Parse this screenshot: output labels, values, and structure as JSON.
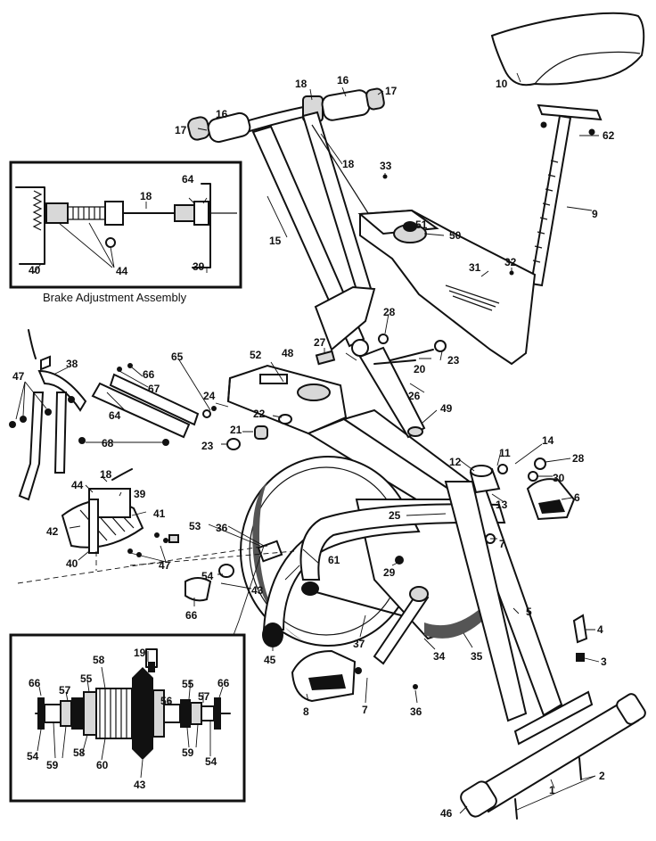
{
  "inset_brake": {
    "caption": "Brake Adjustment Assembly",
    "labels": [
      "18",
      "64",
      "40",
      "44",
      "39"
    ]
  },
  "inset_hub": {
    "labels": [
      "19",
      "58",
      "66",
      "57",
      "55",
      "56",
      "55",
      "57",
      "66",
      "54",
      "59",
      "58",
      "60",
      "43",
      "59",
      "54"
    ]
  },
  "callouts": [
    "10",
    "62",
    "9",
    "18",
    "16",
    "17",
    "16",
    "17",
    "18",
    "33",
    "15",
    "51",
    "50",
    "31",
    "32",
    "28",
    "27",
    "48",
    "20",
    "23",
    "52",
    "26",
    "49",
    "24",
    "22",
    "21",
    "23",
    "38",
    "47",
    "65",
    "66",
    "67",
    "64",
    "68",
    "14",
    "11",
    "28",
    "12",
    "30",
    "6",
    "13",
    "7",
    "25",
    "44",
    "18",
    "39",
    "41",
    "42",
    "40",
    "53",
    "36",
    "61",
    "47",
    "54",
    "29",
    "43",
    "66",
    "45",
    "37",
    "5",
    "34",
    "35",
    "4",
    "3",
    "8",
    "7",
    "36",
    "2",
    "1",
    "46"
  ]
}
